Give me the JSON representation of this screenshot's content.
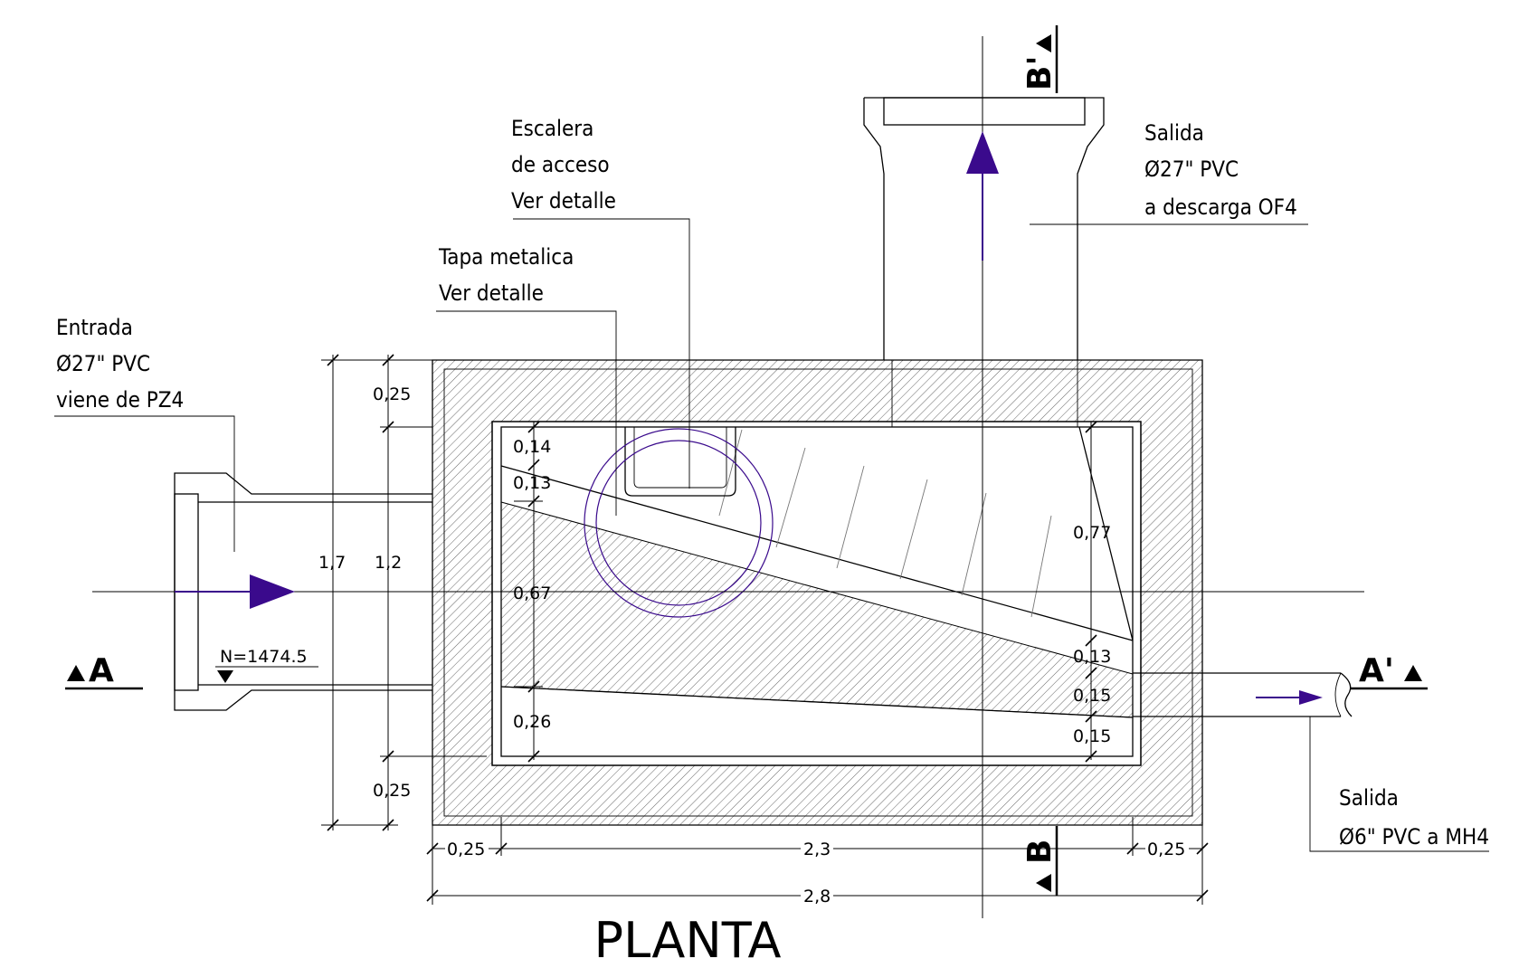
{
  "title": "PLANTA",
  "colors": {
    "flow": "#3a0a8c",
    "line": "#000000",
    "hatch": "#666666"
  },
  "notes": {
    "escalera": [
      "Escalera",
      "de acceso",
      "Ver detalle"
    ],
    "tapa": [
      "Tapa metalica",
      "Ver detalle"
    ],
    "entrada": [
      "Entrada",
      "Ø27\" PVC",
      "viene de PZ4"
    ],
    "salida_top": [
      "Salida",
      "Ø27\" PVC",
      "a descarga OF4"
    ],
    "salida_right": [
      "Salida",
      "Ø6\" PVC a MH4"
    ]
  },
  "level": "N=1474.5",
  "sections": {
    "a_left": "A",
    "a_right": "A'",
    "b_top": "B'",
    "b_bottom": "B"
  },
  "dims": {
    "left_outer": "1,7",
    "left_inner": "1,2",
    "wall_top": "0,25",
    "wall_bottom": "0,25",
    "weir_top": "0,14",
    "weir_gap": "0,13",
    "weir_mid": "0,67",
    "weir_bot": "0,26",
    "right_tall": "0,77",
    "right_a": "0,13",
    "right_b": "0,15",
    "right_c": "0,15",
    "bot_left": "0,25",
    "bot_mid": "2,3",
    "bot_right": "0,25",
    "bot_total": "2,8"
  }
}
